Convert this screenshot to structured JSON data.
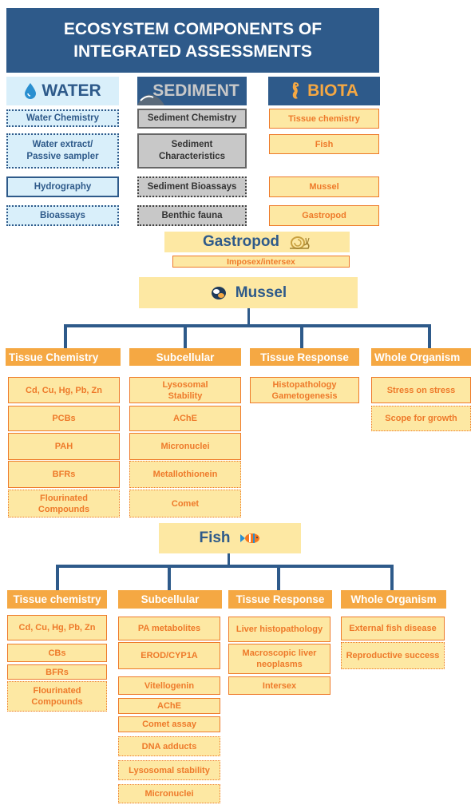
{
  "title": {
    "line1": "ECOSYSTEM COMPONENTS OF",
    "line2": "INTEGRATED ASSESSMENTS"
  },
  "colors": {
    "navy": "#2e5a8a",
    "orange": "#f5a843",
    "orange_text": "#ee7a2a",
    "pale_yellow": "#fde8a3",
    "pale_blue": "#d9effa",
    "grey": "#c8c8c8"
  },
  "water": {
    "header": "WATER",
    "icon": "water-drop-icon",
    "items": [
      "Water Chemistry",
      "Water extract/ Passive sampler",
      "Hydrography",
      "Bioassays"
    ]
  },
  "sediment": {
    "header": "SEDIMENT",
    "icon": "sediment-icon",
    "items": [
      "Sediment Chemistry",
      "Sediment Characteristics",
      "Sediment Bioassays",
      "Benthic fauna"
    ]
  },
  "biota": {
    "header": "BIOTA",
    "icon": "seahorse-icon",
    "items": [
      "Tissue chemistry",
      "Fish",
      "Mussel",
      "Gastropod"
    ]
  },
  "gastropod": {
    "title": "Gastropod",
    "icon": "snail-icon",
    "item": "Imposex/intersex"
  },
  "mussel": {
    "title": "Mussel",
    "icon": "mussel-icon",
    "headers": [
      "Tissue Chemistry",
      "Subcellular",
      "Tissue Response",
      "Whole Organism"
    ],
    "tissue_chemistry": [
      "Cd, Cu, Hg, Pb, Zn",
      "PCBs",
      "PAH",
      "BFRs",
      "Flourinated Compounds"
    ],
    "subcellular": [
      "Lysosomal Stability",
      "AChE",
      "Micronuclei",
      "Metallothionein",
      "Comet"
    ],
    "tissue_response": [
      "Histopathology Gametogenesis"
    ],
    "whole_organism": [
      "Stress on stress",
      "Scope for growth"
    ]
  },
  "fish": {
    "title": "Fish",
    "icon": "fish-icon",
    "headers": [
      "Tissue chemistry",
      "Subcellular",
      "Tissue Response",
      "Whole Organism"
    ],
    "tissue_chemistry": [
      "Cd, Cu, Hg, Pb, Zn",
      "CBs",
      "BFRs",
      "Flourinated Compounds"
    ],
    "subcellular": [
      "PA metabolites",
      "EROD/CYP1A",
      "Vitellogenin",
      "AChE",
      "Comet assay",
      "DNA adducts",
      "Lysosomal stability",
      "Micronuclei"
    ],
    "tissue_response": [
      "Liver histopathology",
      "Macroscopic liver neoplasms",
      "Intersex"
    ],
    "whole_organism": [
      "External fish disease",
      "Reproductive success"
    ]
  }
}
